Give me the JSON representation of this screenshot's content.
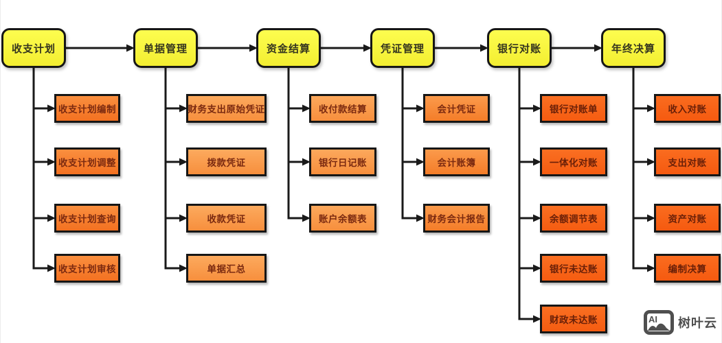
{
  "watermark": {
    "logo_text": "AI",
    "brand": "树叶云"
  },
  "diagram": {
    "colors": {
      "background": "#ffffff",
      "line": "#1a1a1a",
      "node_border": "#161616",
      "parent_fill_top": "#fdfd4f",
      "parent_fill_bottom": "#f3ee31",
      "parent_text": "#35351f",
      "watermark_gray": "#4f4f4f"
    },
    "columns": [
      {
        "parent": "收支计划",
        "children": [
          "收支计划编制",
          "收支计划调整",
          "收支计划查询",
          "收支计划审核"
        ],
        "child_fill_top": "#fa8f3f",
        "child_fill_bottom": "#f37121",
        "child_text": "#7b2a10"
      },
      {
        "parent": "单据管理",
        "children": [
          "财务支出原始凭证",
          "拨款凭证",
          "收款凭证",
          "单据汇总"
        ],
        "child_fill_top": "#fcaa5e",
        "child_fill_bottom": "#f78f3d",
        "child_text": "#7b2a10"
      },
      {
        "parent": "资金结算",
        "children": [
          "收付款结算",
          "银行日记账",
          "账户余额表"
        ],
        "child_fill_top": "#fca85c",
        "child_fill_bottom": "#f78f3d",
        "child_text": "#7b2a10"
      },
      {
        "parent": "凭证管理",
        "children": [
          "会计凭证",
          "会计账簿",
          "财务会计报告"
        ],
        "child_fill_top": "#fb9a4b",
        "child_fill_bottom": "#f47d29",
        "child_text": "#7b2a10"
      },
      {
        "parent": "银行对账",
        "children": [
          "银行对账单",
          "一体化对账",
          "余额调节表",
          "银行未达账",
          "财政未达账"
        ],
        "child_fill_top": "#fa6f22",
        "child_fill_bottom": "#f55c11",
        "child_text": "#6a2008"
      },
      {
        "parent": "年终决算",
        "children": [
          "收入对账",
          "支出对账",
          "资产对账",
          "编制决算"
        ],
        "child_fill_top": "#fa6c1f",
        "child_fill_bottom": "#f55a10",
        "child_text": "#6a2008"
      }
    ]
  }
}
